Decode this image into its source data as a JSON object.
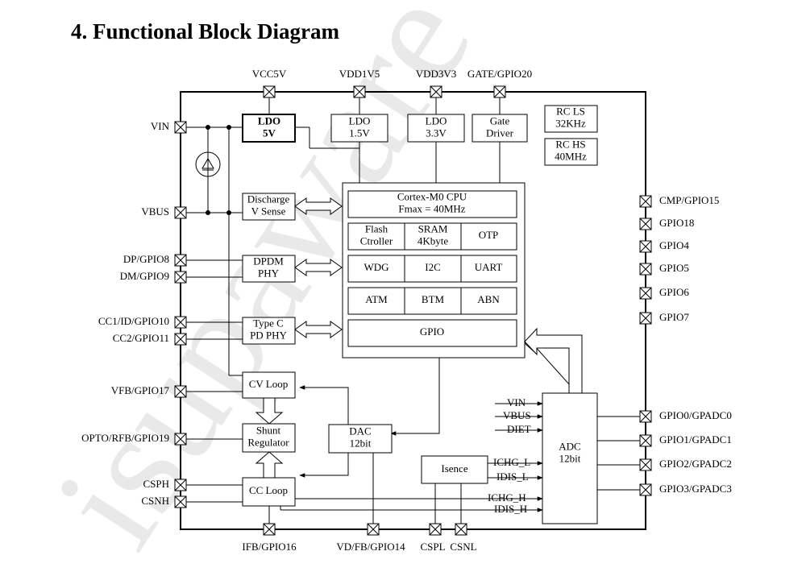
{
  "title": "4. Functional Block Diagram",
  "watermark": "isupaware",
  "top_pins": {
    "vcc5v": "VCC5V",
    "vdd1v5": "VDD1V5",
    "vdd3v3": "VDD3V3",
    "gate_gpio20": "GATE/GPIO20"
  },
  "left_pins": {
    "vin": "VIN",
    "vbus": "VBUS",
    "dp_gpio8": "DP/GPIO8",
    "dm_gpio9": "DM/GPIO9",
    "cc1": "CC1/ID/GPIO10",
    "cc2": "CC2/GPIO11",
    "vfb": "VFB/GPIO17",
    "opto": "OPTO/RFB/GPIO19",
    "csph": "CSPH",
    "csnh": "CSNH"
  },
  "right_pins": {
    "cmp_gpio15": "CMP/GPIO15",
    "gpio18": "GPIO18",
    "gpio4": "GPIO4",
    "gpio5": "GPIO5",
    "gpio6": "GPIO6",
    "gpio7": "GPIO7",
    "gpadc0": "GPIO0/GPADC0",
    "gpadc1": "GPIO1/GPADC1",
    "gpadc2": "GPIO2/GPADC2",
    "gpadc3": "GPIO3/GPADC3"
  },
  "bottom_pins": {
    "ifb": "IFB/GPIO16",
    "vdfb": "VD/FB/GPIO14",
    "cspl": "CSPL",
    "csnl": "CSNL"
  },
  "blocks": {
    "ldo5v": [
      "LDO",
      "5V"
    ],
    "ldo1v5": [
      "LDO",
      "1.5V"
    ],
    "ldo3v3": [
      "LDO",
      "3.3V"
    ],
    "gate_driver": [
      "Gate",
      "Driver"
    ],
    "rc_ls": [
      "RC LS",
      "32KHz"
    ],
    "rc_hs": [
      "RC HS",
      "40MHz"
    ],
    "discharge": [
      "Discharge",
      "V Sense"
    ],
    "dpdm": [
      "DPDM",
      "PHY"
    ],
    "typec": [
      "Type C",
      "PD PHY"
    ],
    "cv_loop": [
      "CV Loop"
    ],
    "shunt": [
      "Shunt",
      "Regulator"
    ],
    "dac": [
      "DAC",
      "12bit"
    ],
    "cc_loop": [
      "CC Loop"
    ],
    "isence": [
      "Isence"
    ],
    "adc": [
      "ADC",
      "12bit"
    ]
  },
  "mcu": {
    "cpu": [
      "Cortex-M0 CPU",
      "Fmax = 40MHz"
    ],
    "flash": [
      "Flash",
      "Ctroller"
    ],
    "sram": [
      "SRAM",
      "4Kbyte"
    ],
    "otp": "OTP",
    "wdg": "WDG",
    "i2c": "I2C",
    "uart": "UART",
    "atm": "ATM",
    "btm": "BTM",
    "abn": "ABN",
    "gpio": "GPIO"
  },
  "signals": {
    "vin": "VIN",
    "vbus": "VBUS",
    "diet": "DIET",
    "ichg_l": "ICHG_L",
    "idis_l": "IDIS_L",
    "ichg_h": "ICHG_H",
    "idis_h": "IDIS_H"
  }
}
